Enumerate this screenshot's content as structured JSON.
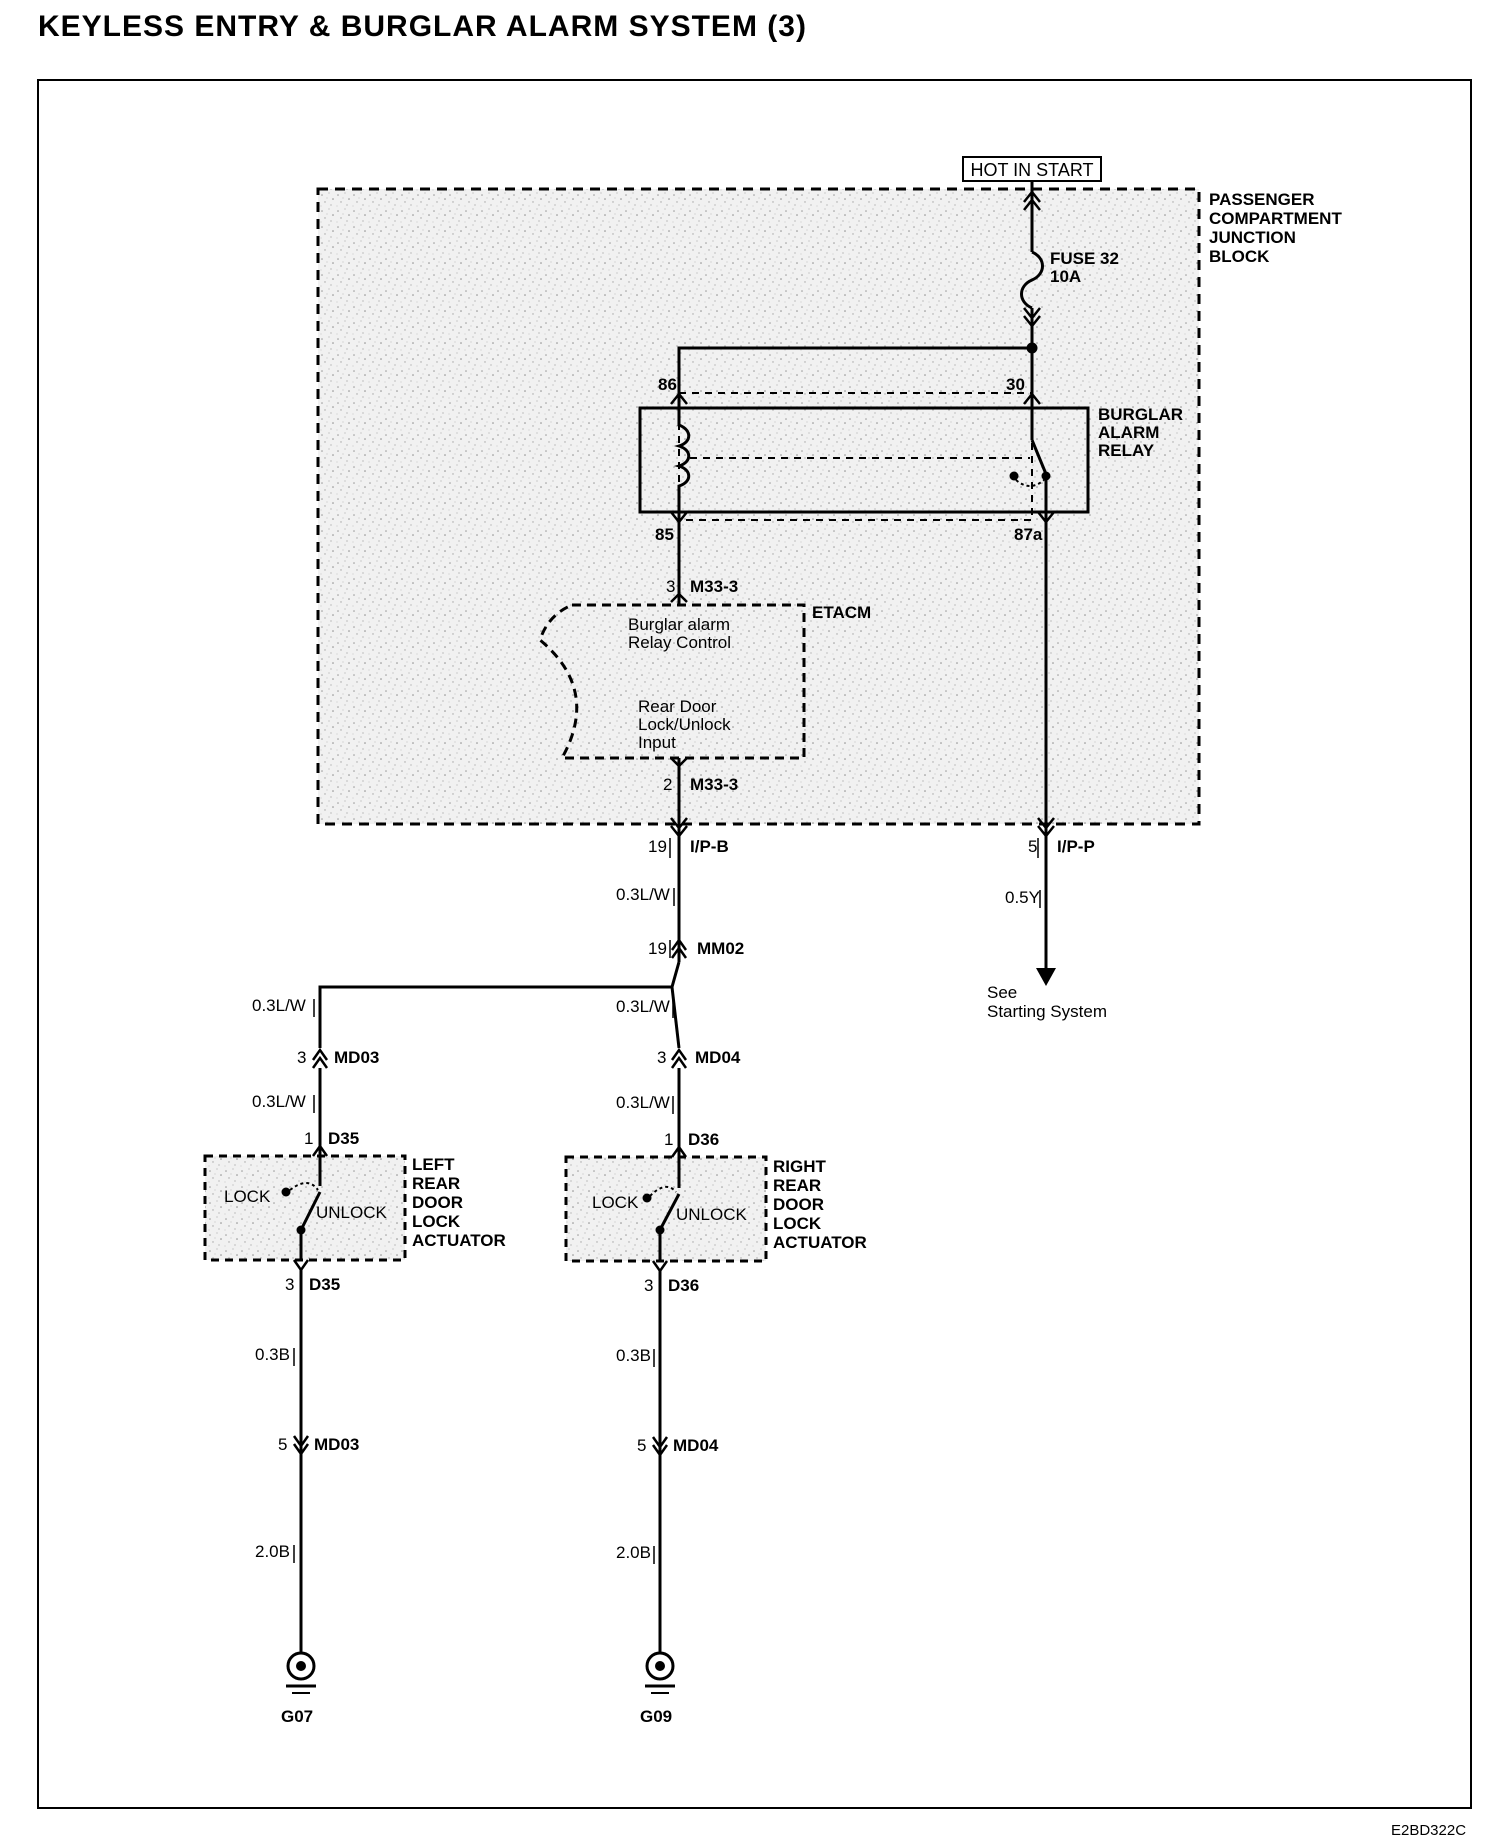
{
  "title": "KEYLESS ENTRY & BURGLAR ALARM SYSTEM (3)",
  "figure_code": "E2BD322C",
  "power_source": "HOT IN START",
  "junction_block": {
    "lines": [
      "PASSENGER",
      "COMPARTMENT",
      "JUNCTION",
      "BLOCK"
    ]
  },
  "fuse": {
    "name": "FUSE 32",
    "rating": "10A"
  },
  "relay": {
    "lines": [
      "BURGLAR",
      "ALARM",
      "RELAY"
    ],
    "pin_86": "86",
    "pin_30": "30",
    "pin_85": "85",
    "pin_87a": "87a"
  },
  "etacm": {
    "name": "ETACM",
    "pin_top_num": "3",
    "pin_top_conn": "M33-3",
    "pin_bottom_num": "2",
    "pin_bottom_conn": "M33-3",
    "text1_lines": [
      "Burglar alarm",
      "Relay Control"
    ],
    "text2_lines": [
      "Rear Door",
      "Lock/Unlock",
      "Input"
    ]
  },
  "connectors": {
    "ipb_num": "19",
    "ipb_name": "I/P-B",
    "ipp_num": "5",
    "ipp_name": "I/P-P",
    "mm02_num": "19",
    "mm02_name": "MM02",
    "md03_top_num": "3",
    "md03_top_name": "MD03",
    "md04_top_num": "3",
    "md04_top_name": "MD04",
    "d35_top_num": "1",
    "d35_top_name": "D35",
    "d36_top_num": "1",
    "d36_top_name": "D36",
    "d35_bot_num": "3",
    "d35_bot_name": "D35",
    "d36_bot_num": "3",
    "d36_bot_name": "D36",
    "md03_bot_num": "5",
    "md03_bot_name": "MD03",
    "md04_bot_num": "5",
    "md04_bot_name": "MD04"
  },
  "wires": {
    "center_main": "0.3L/W",
    "right_main": "0.5Y",
    "left_branch": "0.3L/W",
    "center_branch": "0.3L/W",
    "left_mid": "0.3L/W",
    "center_mid": "0.3L/W",
    "left_gnd_small": "0.3B",
    "center_gnd_small": "0.3B",
    "left_gnd_large": "2.0B",
    "center_gnd_large": "2.0B"
  },
  "see_note": {
    "lines": [
      "See",
      "Starting System"
    ]
  },
  "left_actuator": {
    "lines": [
      "LEFT",
      "REAR",
      "DOOR",
      "LOCK",
      "ACTUATOR"
    ],
    "lock": "LOCK",
    "unlock": "UNLOCK"
  },
  "right_actuator": {
    "lines": [
      "RIGHT",
      "REAR",
      "DOOR",
      "LOCK",
      "ACTUATOR"
    ],
    "lock": "LOCK",
    "unlock": "UNLOCK"
  },
  "grounds": {
    "left": "G07",
    "right": "G09"
  }
}
